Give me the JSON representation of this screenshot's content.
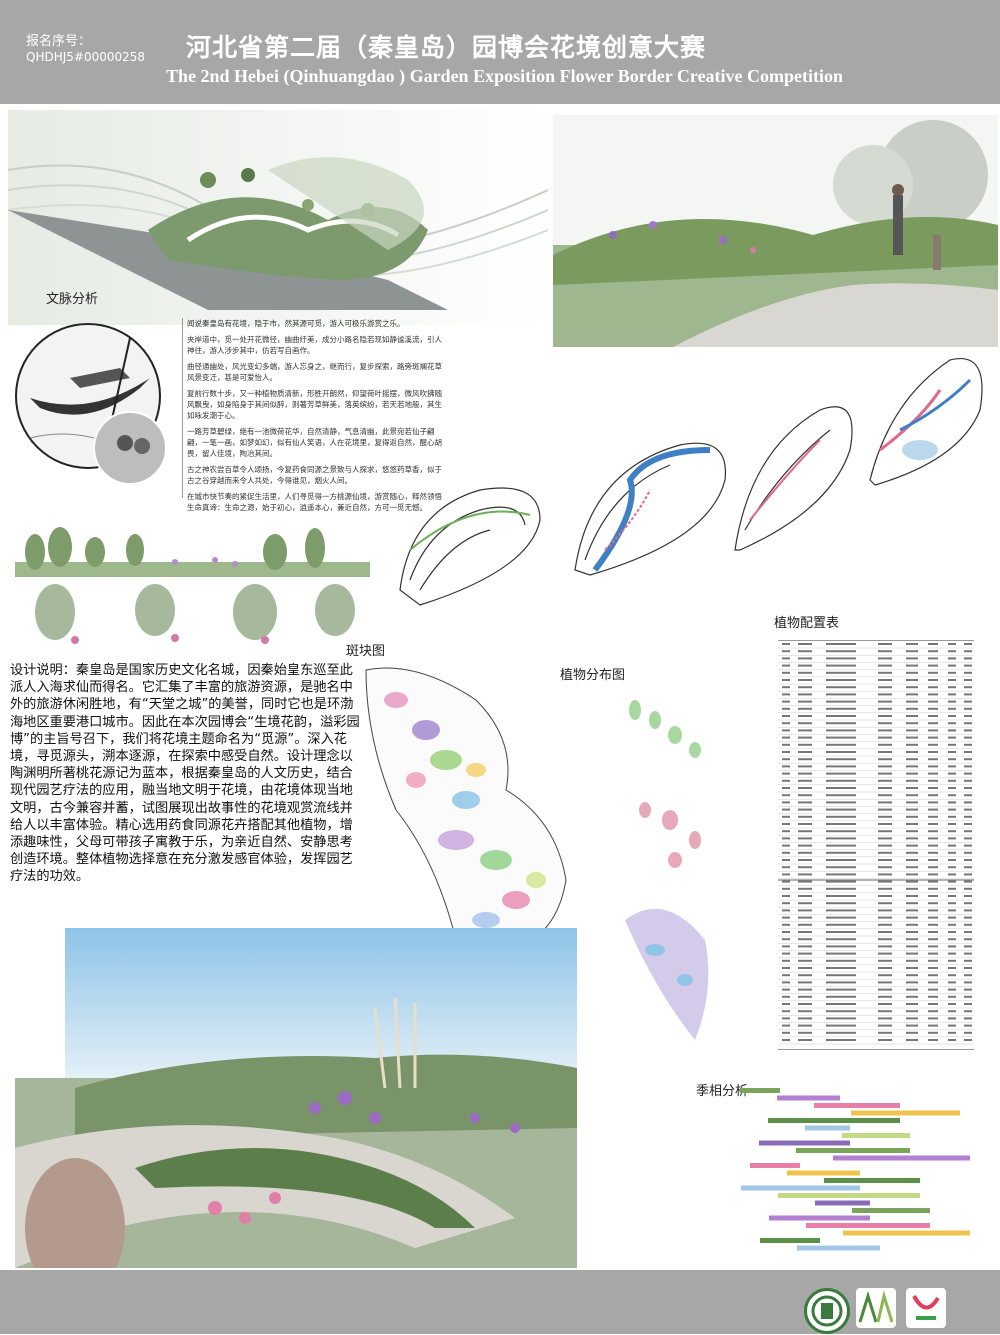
{
  "header": {
    "reg_label": "报名序号：",
    "reg_number": "QHDHJ5#00000258",
    "title_cn": "河北省第二届（秦皇岛）园博会花境创意大赛",
    "title_en": "The 2nd Hebei (Qinhuangdao ) Garden Exposition Flower Border Creative Competition"
  },
  "sections": {
    "context": "文脉分析",
    "patch": "斑块图",
    "distribution": "植物分布图",
    "plant_table": "植物配置表",
    "seasonal": "季相分析"
  },
  "story": [
    "闻说秦皇岛有花境，隐于市，然其源可觅，游人可极乐游赏之乐。",
    "夹岸道中，觅一处开花微径，幽曲纡美，成分小路名隐若现如静谧溪流，引人神往，游人涉步其中，仿若写自画作。",
    "曲径通幽处，风光变幻多端，游人忘身之，继而行，复步探索，路旁斑斓花草风景变迁，甚是可爱怡人。",
    "复前行数十步，又一种植物质清新，形胜开朗然，仰望荷叶摇摆，微风吹拂随风飘曳，如身陷身于其间似醉，则著芳草鲜美，落英缤纷，若天若地般，其生如咏发潮于心。",
    "一路芳草碧绿，绝有一池微荷花华，自然清静，气息清幽，此景宛若仙子翩翩，一笔一画，如梦如幻，似有仙人笑语，人在花境里，复得返自然，醒心胡畏，留人佳境，陶冶其间。",
    "古之神农尝百草令人颂扬，今复药食同源之景致与人探求，悠悠药草香，似于古之谷穿越而来令人共处，今得谁见，烟火人间。",
    "在城市快节奏的紧促生活里，人们寻觅得一方桃源仙境，游赏随心，释然领悟生命真谛：生命之源，始于初心，逍遥本心，兼近自然，方可一觅无憾。"
  ],
  "design_desc": "设计说明：秦皇岛是国家历史文化名城，因秦始皇东巡至此派人入海求仙而得名。它汇集了丰富的旅游资源，是驰名中外的旅游休闲胜地，有“天堂之城”的美誉，同时它也是环渤海地区重要港口城市。因此在本次园博会“生境花韵，溢彩园博”的主旨号召下，我们将花境主题命名为“觅源”。深入花境，寻觅源头，溯本逐源，在探索中感受自然。设计理念以陶渊明所著桃花源记为蓝本，根据秦皇岛的人文历史，结合现代园艺疗法的应用，融当地文明于花境，由花境体现当地文明，古今兼容并蓄，试图展现出故事性的花境观赏流线并给人以丰富体验。精心选用药食同源花卉搭配其他植物，增添趣味性，父母可带孩子寓教于乐，为亲近自然、安静思考创造环境。整体植物选择意在充分激发感官体验，发挥园艺疗法的功效。",
  "colors": {
    "header_bg": "#a7a7a7",
    "accent_blue": "#3f7fc4",
    "accent_pink": "#e06a8c",
    "accent_green": "#6fae5a"
  }
}
